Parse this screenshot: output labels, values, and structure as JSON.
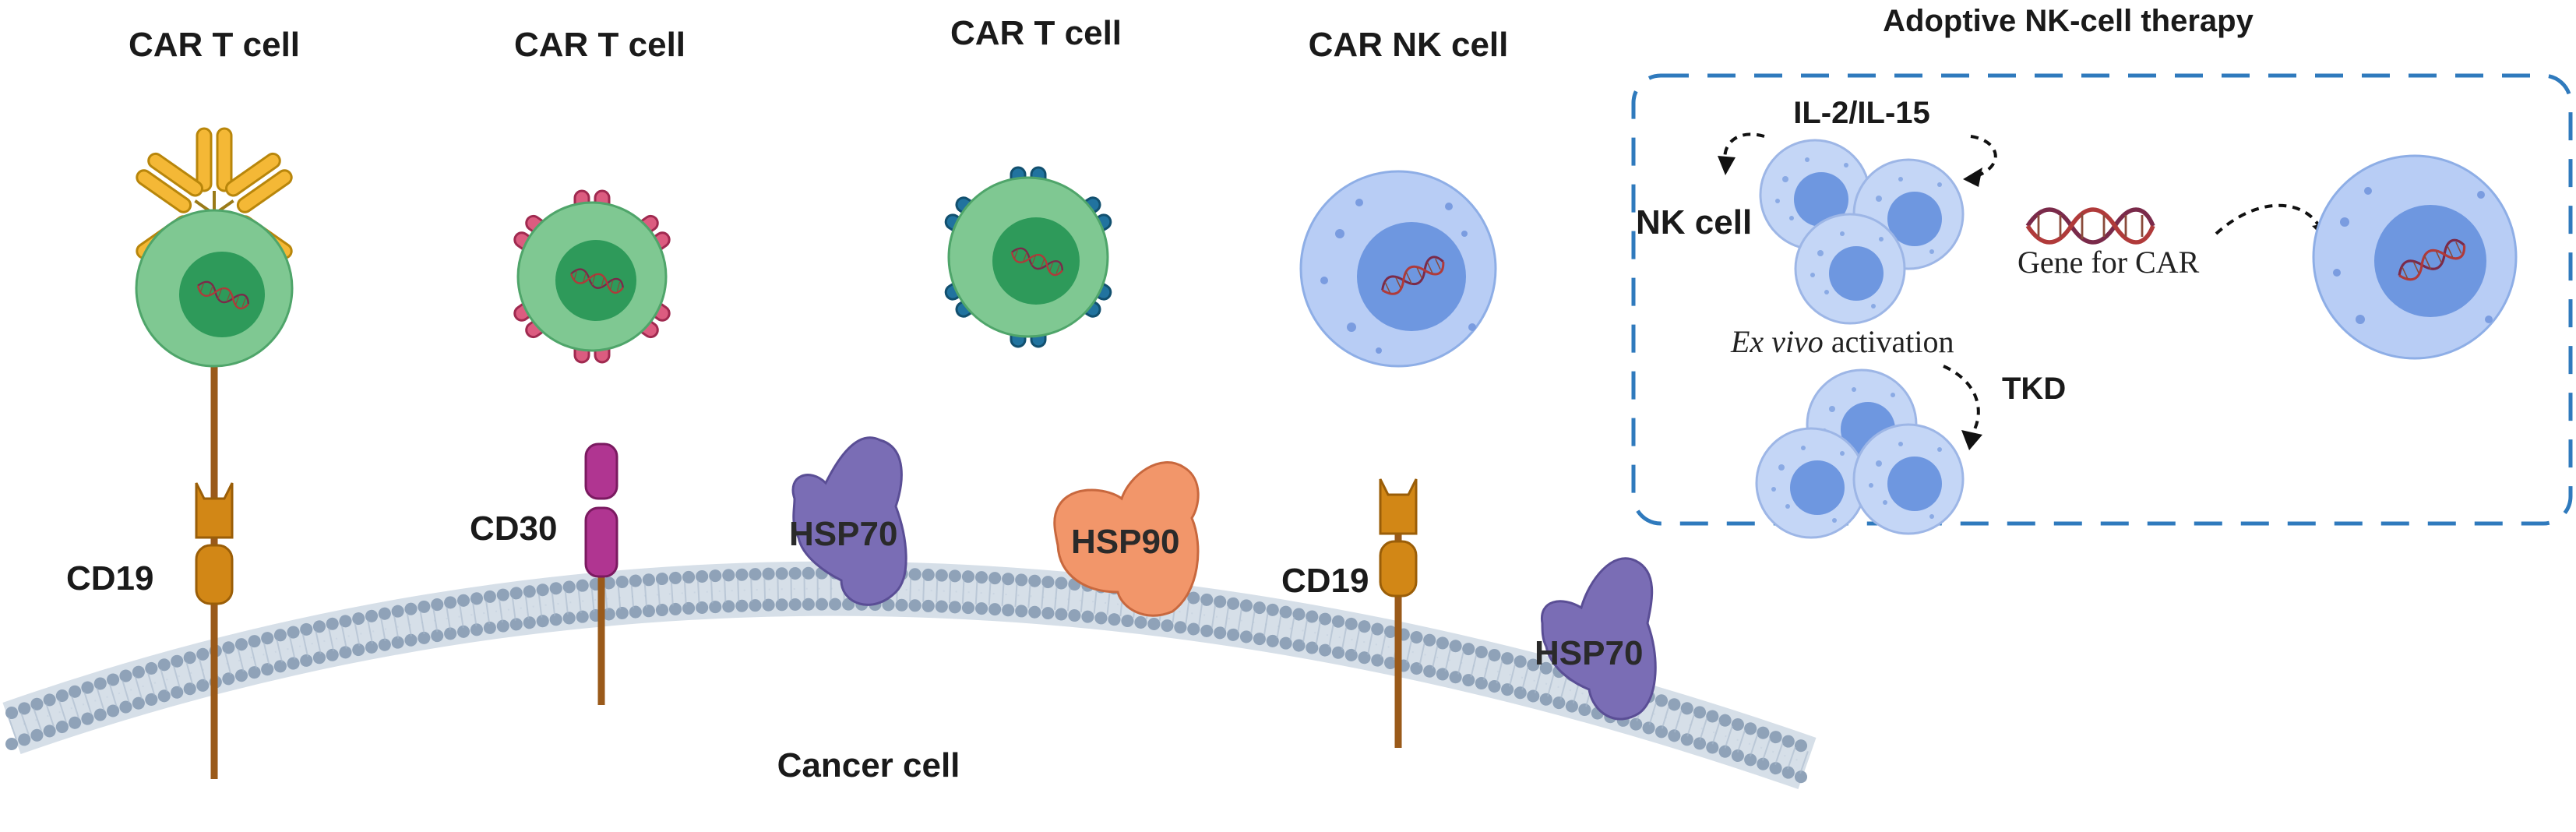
{
  "cells": {
    "car_t_1": "CAR T cell",
    "car_t_2": "CAR T cell",
    "car_t_3": "CAR T cell",
    "car_nk": "CAR NK cell"
  },
  "antigens": {
    "cd19_left": "CD19",
    "cd30": "CD30",
    "cd19_right": "CD19"
  },
  "proteins": {
    "hsp70_a": "HSP70",
    "hsp90": "HSP90",
    "hsp70_b": "HSP70"
  },
  "cancer_cell_label": "Cancer cell",
  "adoptive": {
    "title": "Adoptive NK-cell therapy",
    "cytokines": "IL-2/IL-15",
    "nk_cell": "NK cell",
    "gene_label": "Gene for CAR",
    "ex_vivo_italic": "Ex vivo",
    "activation": " activation",
    "tkd": "TKD"
  },
  "colors": {
    "t_cell_green": "#7fc892",
    "t_nucleus_green": "#2e9a5a",
    "nk_blue": "#b8cdf5",
    "nk_nucleus": "#6e97e0",
    "car_yellow": "#f4b836",
    "car_pink": "#dc5c80",
    "car_blue": "#21739f",
    "car_red": "#c84848",
    "cd19_orange": "#d28716",
    "cd30_magenta": "#b03591",
    "hsp70_purple": "#7a6db5",
    "hsp90_salmon": "#f2966a",
    "membrane_dot": "#8fa2b8",
    "dash_box": "#2f7abd"
  }
}
